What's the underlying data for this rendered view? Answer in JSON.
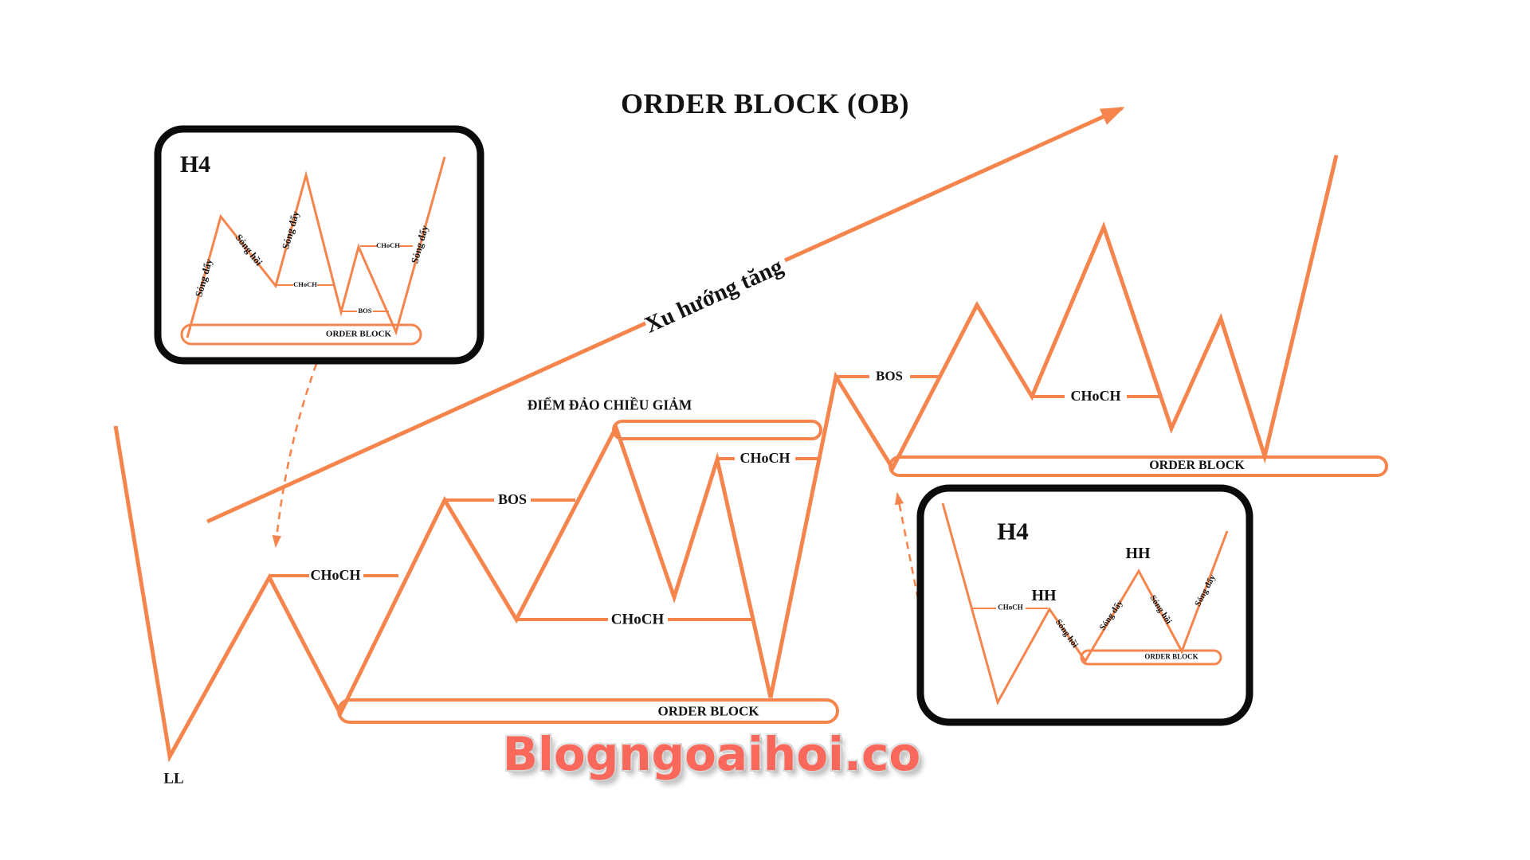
{
  "title": "ORDER BLOCK (OB)",
  "trend_label": "Xu hướng tăng",
  "watermark": "Blogngoaihoi.co",
  "colors": {
    "accent_orange": "#F6854D",
    "ink_black": "#131313",
    "watermark_red": "#F9685A"
  },
  "main_chart": {
    "ll_label": "LL",
    "choch_1": "CHoCH",
    "bos_1": "BOS",
    "choch_2": "CHoCH",
    "choch_3": "CHoCH",
    "bos_2": "BOS",
    "choch_4": "CHoCH",
    "reversal_zone_label": "ĐIỂM ĐẢO CHIỀU GIẢM",
    "order_block_mid": "ORDER BLOCK",
    "order_block_right": "ORDER BLOCK"
  },
  "h4_box_left": {
    "heading": "H4",
    "wave_push_1": "Sóng đẩy",
    "wave_pull_1": "Sóng hồi",
    "wave_push_2": "Sóng đẩy",
    "choch_low": "CHoCH",
    "bos": "BOS",
    "choch_high": "CHoCH",
    "wave_push_3": "Sóng đẩy",
    "order_block": "ORDER BLOCK"
  },
  "h4_box_right": {
    "heading": "H4",
    "choch": "CHoCH",
    "hh_1": "HH",
    "hh_2": "HH",
    "wave_pull_1": "Sóng hồi",
    "wave_push_1": "Sóng đẩy",
    "wave_pull_2": "Sóng hồi",
    "wave_push_2": "Sóng đẩy",
    "order_block": "ORDER BLOCK"
  }
}
